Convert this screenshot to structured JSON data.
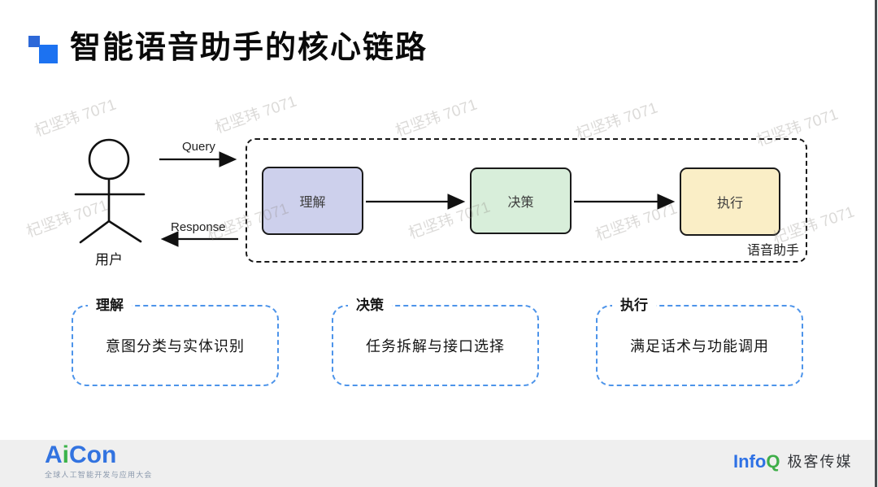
{
  "title": {
    "text": "智能语音助手的核心链路"
  },
  "watermark": {
    "text": "杞坚玮 7071"
  },
  "diagram": {
    "user_label": "用户",
    "query_label": "Query",
    "response_label": "Response",
    "container_label": "语音助手",
    "stages": [
      {
        "label": "理解",
        "fill": "#cdd0ec"
      },
      {
        "label": "决策",
        "fill": "#d8eeda"
      },
      {
        "label": "执行",
        "fill": "#faeec6"
      }
    ]
  },
  "detail_cards": [
    {
      "title": "理解",
      "body": "意图分类与实体识别"
    },
    {
      "title": "决策",
      "body": "任务拆解与接口选择"
    },
    {
      "title": "执行",
      "body": "满足话术与功能调用"
    }
  ],
  "footer": {
    "aicon_a": "A",
    "aicon_i": "i",
    "aicon_con": "Con",
    "aicon_tagline": "全球人工智能开发与应用大会",
    "infoq_info": "Info",
    "infoq_q": "Q",
    "infoq_media": "极客传媒"
  },
  "colors": {
    "title_icon_small": "#2d68d8",
    "title_icon_large": "#1c72f1",
    "stage_understand_fill": "#cdd0ec",
    "stage_decide_fill": "#d8eeda",
    "stage_execute_fill": "#faeec6",
    "stage_border": "#1a1a1a",
    "card_border_blue": "#4d94ea",
    "footer_bg": "#efefef",
    "aicon_blue": "#3273e0",
    "aicon_green": "#3bb34a",
    "infoq_blue": "#2e71e5",
    "infoq_green": "#3fae49"
  }
}
